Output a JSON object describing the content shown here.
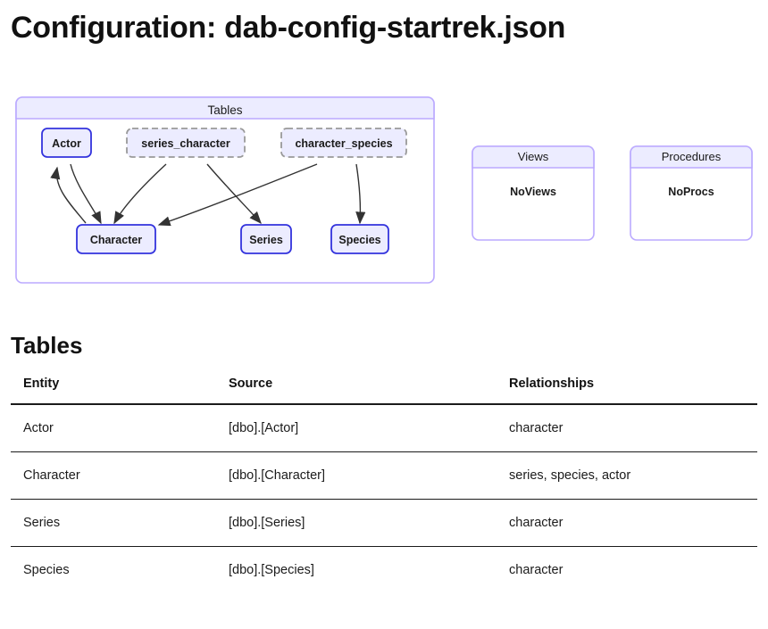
{
  "page": {
    "title": "Configuration: dab-config-startrek.json"
  },
  "diagram": {
    "type": "entity-relationship-flowchart",
    "colors": {
      "node_fill": "#ECECFF",
      "node_stroke": "#3333DD",
      "linking_node_stroke": "#999999",
      "cluster_fill": "#FFFFFF",
      "cluster_title_fill": "#ECECFF",
      "cluster_stroke": "#BBAAFF",
      "edge_stroke": "#333333",
      "text": "#1a1a1a"
    },
    "clusters": [
      {
        "id": "tables",
        "title": "Tables",
        "nodes": [
          {
            "id": "actor",
            "label": "Actor",
            "style": "solid"
          },
          {
            "id": "series_character",
            "label": "series_character",
            "style": "dashed"
          },
          {
            "id": "character_species",
            "label": "character_species",
            "style": "dashed"
          },
          {
            "id": "character",
            "label": "Character",
            "style": "solid"
          },
          {
            "id": "series",
            "label": "Series",
            "style": "solid"
          },
          {
            "id": "species",
            "label": "Species",
            "style": "solid"
          }
        ],
        "edges": [
          {
            "from": "actor",
            "to": "character"
          },
          {
            "from": "character",
            "to": "actor"
          },
          {
            "from": "series_character",
            "to": "character"
          },
          {
            "from": "series_character",
            "to": "series"
          },
          {
            "from": "character_species",
            "to": "character"
          },
          {
            "from": "character_species",
            "to": "species"
          }
        ]
      },
      {
        "id": "views",
        "title": "Views",
        "nodes": [
          {
            "id": "noviews",
            "label": "NoViews",
            "style": "plain"
          }
        ],
        "edges": []
      },
      {
        "id": "procedures",
        "title": "Procedures",
        "nodes": [
          {
            "id": "noprocs",
            "label": "NoProcs",
            "style": "plain"
          }
        ],
        "edges": []
      }
    ]
  },
  "tables_section": {
    "heading": "Tables",
    "columns": [
      "Entity",
      "Source",
      "Relationships"
    ],
    "rows": [
      {
        "entity": "Actor",
        "source": "[dbo].[Actor]",
        "relationships": "character"
      },
      {
        "entity": "Character",
        "source": "[dbo].[Character]",
        "relationships": "series, species, actor"
      },
      {
        "entity": "Series",
        "source": "[dbo].[Series]",
        "relationships": "character"
      },
      {
        "entity": "Species",
        "source": "[dbo].[Species]",
        "relationships": "character"
      }
    ]
  }
}
